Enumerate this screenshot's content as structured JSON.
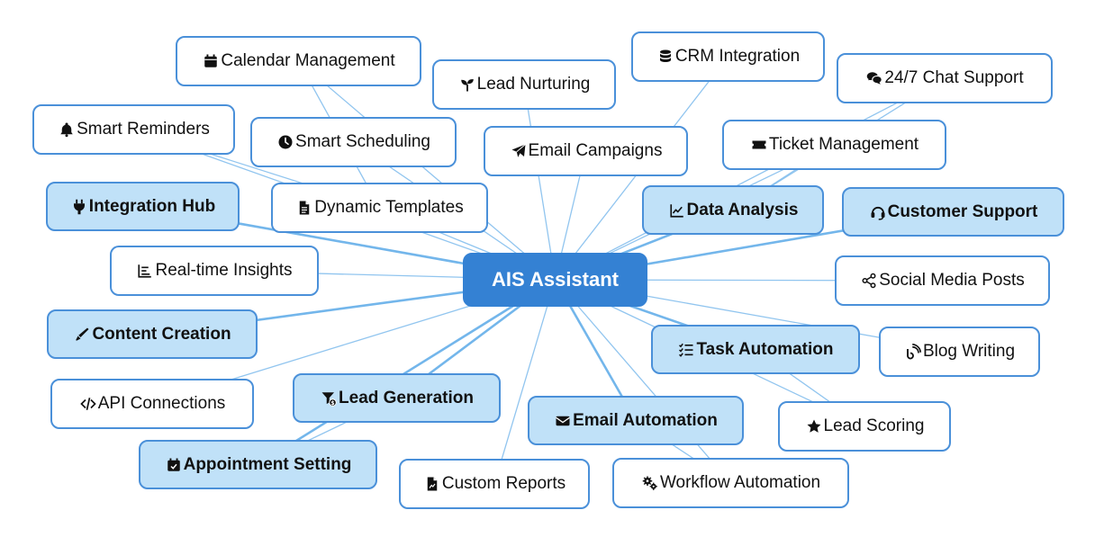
{
  "center": {
    "label": "AIS Assistant"
  },
  "nodes": [
    {
      "id": "calendar-management",
      "label": "Calendar Management",
      "icon": "calendar-icon",
      "primary": false
    },
    {
      "id": "lead-nurturing",
      "label": "Lead Nurturing",
      "icon": "seedling-icon",
      "primary": false
    },
    {
      "id": "crm-integration",
      "label": "CRM Integration",
      "icon": "database-icon",
      "primary": false
    },
    {
      "id": "chat-support",
      "label": "24/7 Chat Support",
      "icon": "chat-icon",
      "primary": false
    },
    {
      "id": "smart-reminders",
      "label": "Smart Reminders",
      "icon": "bell-icon",
      "primary": false
    },
    {
      "id": "smart-scheduling",
      "label": "Smart Scheduling",
      "icon": "clock-icon",
      "primary": false
    },
    {
      "id": "email-campaigns",
      "label": "Email Campaigns",
      "icon": "paper-plane-icon",
      "primary": false
    },
    {
      "id": "ticket-management",
      "label": "Ticket Management",
      "icon": "ticket-icon",
      "primary": false
    },
    {
      "id": "integration-hub",
      "label": "Integration Hub",
      "icon": "plug-icon",
      "primary": true
    },
    {
      "id": "dynamic-templates",
      "label": "Dynamic Templates",
      "icon": "file-icon",
      "primary": false
    },
    {
      "id": "data-analysis",
      "label": "Data Analysis",
      "icon": "line-chart-icon",
      "primary": true
    },
    {
      "id": "customer-support",
      "label": "Customer Support",
      "icon": "headset-icon",
      "primary": true
    },
    {
      "id": "realtime-insights",
      "label": "Real-time Insights",
      "icon": "bar-chart-icon",
      "primary": false
    },
    {
      "id": "social-media-posts",
      "label": "Social Media Posts",
      "icon": "share-icon",
      "primary": false
    },
    {
      "id": "content-creation",
      "label": "Content Creation",
      "icon": "pen-icon",
      "primary": true
    },
    {
      "id": "task-automation",
      "label": "Task Automation",
      "icon": "list-check-icon",
      "primary": true
    },
    {
      "id": "blog-writing",
      "label": "Blog Writing",
      "icon": "blog-icon",
      "primary": false
    },
    {
      "id": "api-connections",
      "label": "API Connections",
      "icon": "code-icon",
      "primary": false
    },
    {
      "id": "lead-generation",
      "label": "Lead Generation",
      "icon": "filter-dollar-icon",
      "primary": true
    },
    {
      "id": "email-automation",
      "label": "Email Automation",
      "icon": "envelope-icon",
      "primary": true
    },
    {
      "id": "lead-scoring",
      "label": "Lead Scoring",
      "icon": "star-icon",
      "primary": false
    },
    {
      "id": "appointment-setting",
      "label": "Appointment Setting",
      "icon": "calendar-check-icon",
      "primary": true
    },
    {
      "id": "custom-reports",
      "label": "Custom Reports",
      "icon": "file-chart-icon",
      "primary": false
    },
    {
      "id": "workflow-automation",
      "label": "Workflow Automation",
      "icon": "gears-icon",
      "primary": false
    }
  ],
  "edges": [
    {
      "from": "center",
      "to": "calendar-management"
    },
    {
      "from": "center",
      "to": "lead-nurturing"
    },
    {
      "from": "center",
      "to": "crm-integration"
    },
    {
      "from": "center",
      "to": "chat-support"
    },
    {
      "from": "center",
      "to": "smart-reminders"
    },
    {
      "from": "center",
      "to": "smart-scheduling"
    },
    {
      "from": "center",
      "to": "email-campaigns"
    },
    {
      "from": "center",
      "to": "ticket-management"
    },
    {
      "from": "center",
      "to": "integration-hub"
    },
    {
      "from": "center",
      "to": "dynamic-templates"
    },
    {
      "from": "center",
      "to": "data-analysis"
    },
    {
      "from": "center",
      "to": "customer-support"
    },
    {
      "from": "center",
      "to": "realtime-insights"
    },
    {
      "from": "center",
      "to": "social-media-posts"
    },
    {
      "from": "center",
      "to": "content-creation"
    },
    {
      "from": "center",
      "to": "task-automation"
    },
    {
      "from": "center",
      "to": "blog-writing"
    },
    {
      "from": "center",
      "to": "api-connections"
    },
    {
      "from": "center",
      "to": "lead-generation"
    },
    {
      "from": "center",
      "to": "email-automation"
    },
    {
      "from": "center",
      "to": "lead-scoring"
    },
    {
      "from": "center",
      "to": "appointment-setting"
    },
    {
      "from": "center",
      "to": "custom-reports"
    },
    {
      "from": "center",
      "to": "workflow-automation"
    },
    {
      "from": "lead-generation",
      "to": "appointment-setting"
    },
    {
      "from": "task-automation",
      "to": "lead-scoring"
    },
    {
      "from": "email-automation",
      "to": "workflow-automation"
    },
    {
      "from": "data-analysis",
      "to": "ticket-management"
    },
    {
      "from": "data-analysis",
      "to": "chat-support"
    },
    {
      "from": "dynamic-templates",
      "to": "smart-reminders"
    },
    {
      "from": "dynamic-templates",
      "to": "calendar-management"
    }
  ],
  "colors": {
    "edge": "#6cb2ea",
    "accent": "#3481d3",
    "primary_fill": "#c0e1f8"
  }
}
